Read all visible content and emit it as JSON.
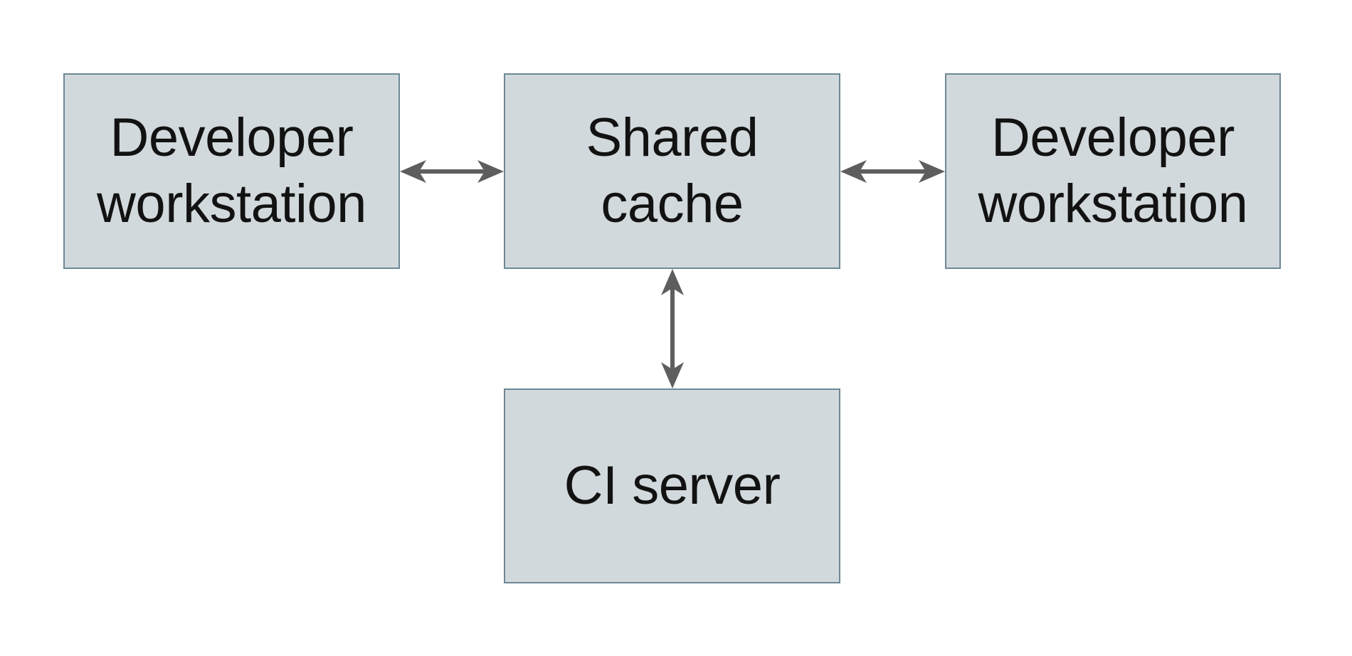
{
  "diagram": {
    "type": "architecture-diagram",
    "nodes": [
      {
        "id": "developer-workstation-left",
        "label": "Developer\nworkstation"
      },
      {
        "id": "shared-cache",
        "label": "Shared\ncache"
      },
      {
        "id": "developer-workstation-right",
        "label": "Developer\nworkstation"
      },
      {
        "id": "ci-server",
        "label": "CI server"
      }
    ],
    "connections": [
      {
        "from": "developer-workstation-left",
        "to": "shared-cache",
        "direction": "bidirectional"
      },
      {
        "from": "shared-cache",
        "to": "developer-workstation-right",
        "direction": "bidirectional"
      },
      {
        "from": "shared-cache",
        "to": "ci-server",
        "direction": "bidirectional"
      }
    ]
  },
  "theme": {
    "background": "#ffffff",
    "node_fill": "#d2d9dc",
    "node_border": "#6d8897",
    "arrow_color": "#5e5e5e",
    "text_color": "#121212"
  }
}
